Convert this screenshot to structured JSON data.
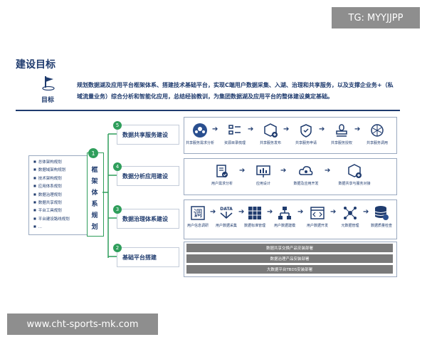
{
  "watermark_top": "TG: MYYJJPP",
  "watermark_bottom": "www.cht-sports-mk.com",
  "title": "建设目标",
  "goal": {
    "label": "目标",
    "text": "规划数据湖及应用平台框架体系、搭建技术基础平台，实现C端用户数据采集、入湖、治理和共享服务，以及支撑企业务+（私域流量业务）综合分析和智能化应用，总结经验教训，为集团数据湖及应用平台的整体建设奠定基础。"
  },
  "left_list": [
    "总体架构规划",
    "数据域架构规划",
    "技术架构规划",
    "应用体系规划",
    "数据治理规划",
    "数据共享规划",
    "平台工具规划",
    "平台建设路线规划",
    "..."
  ],
  "framework": {
    "num": "1",
    "text": [
      "框",
      "架",
      "体",
      "系",
      "规",
      "划"
    ]
  },
  "categories": [
    {
      "num": "5",
      "label": "数据共享服务建设"
    },
    {
      "num": "4",
      "label": "数据分析应用建设"
    },
    {
      "num": "3",
      "label": "数据治理体系建设"
    },
    {
      "num": "2",
      "label": "基础平台搭建"
    }
  ],
  "panel5": [
    "共享服务需求分析",
    "资源目录梳理",
    "共享服务发布",
    "共享服务申请",
    "共享服务授权",
    "共享服务调用"
  ],
  "panel4": [
    "用户需求分析",
    "应用设计",
    "数据及应用开发",
    "数据共享与服务对接"
  ],
  "panel3": [
    "用户信息调研",
    "用户数据采集",
    "数据标准管理",
    "用户数据建模",
    "用户数据开发",
    "元数据管理",
    "数据质量检查"
  ],
  "panel3_icon_texts": {
    "tiao": "调",
    "data": "DATA"
  },
  "bars": [
    "数据共享交换产品安装部署",
    "数据治理产品安装部署",
    "大数据平台TBDS安装部署"
  ],
  "colors": {
    "navy": "#1f3b6e",
    "green": "#2f9e5b",
    "gray": "#7a7a7a"
  }
}
